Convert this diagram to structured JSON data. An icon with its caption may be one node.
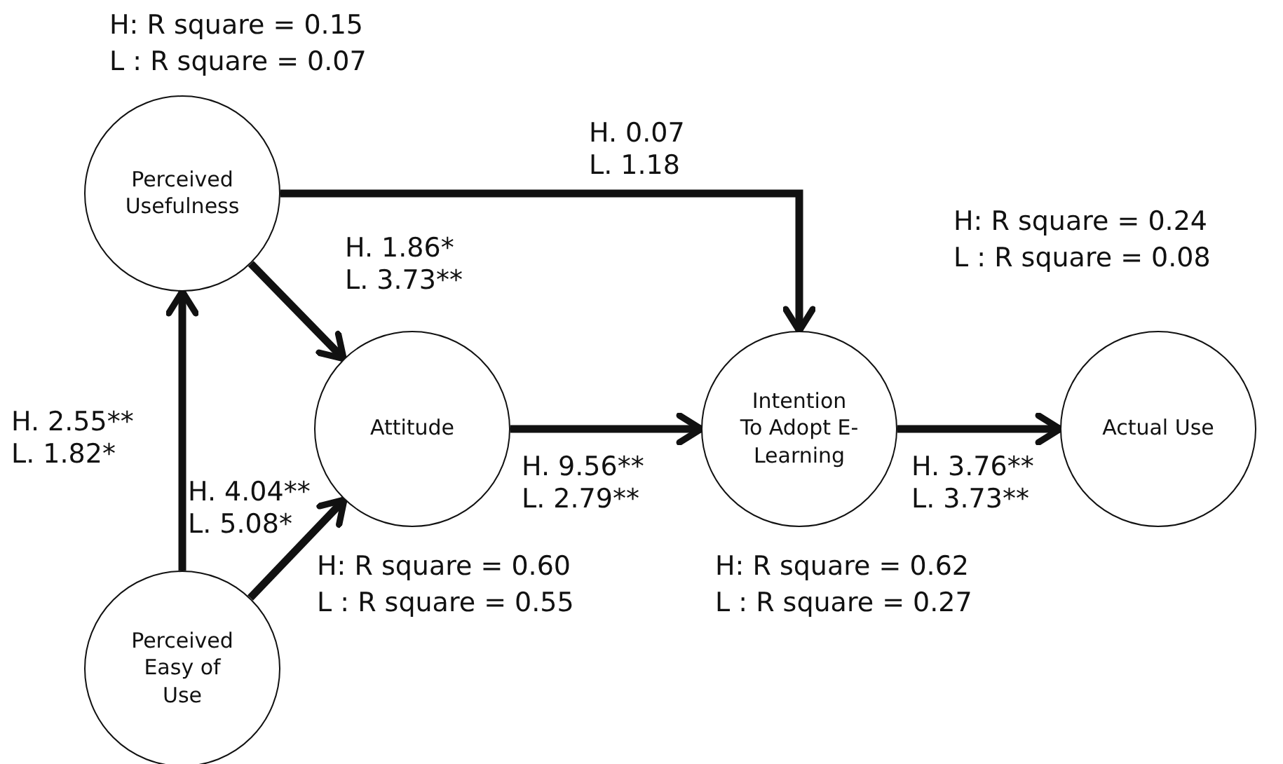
{
  "diagram": {
    "nodes": [
      {
        "text": [
          "Perceived Usefulness"
        ],
        "beside": [
          "H: R square = 0.15",
          "L : R square = 0.07"
        ]
      },
      {
        "text": [
          "Attitude"
        ],
        "beside": [
          "H: R square = 0.60",
          "L : R square = 0.55"
        ]
      },
      {
        "text": [
          "Intention To Adopt E-Learning"
        ],
        "beside": [
          "H: R square = 0.62",
          "L : R square = 0.27"
        ]
      },
      {
        "text": [
          "Actual Use"
        ],
        "beside": [
          "H: R square = 0.24",
          "L : R square = 0.08"
        ]
      },
      {
        "text": [
          "Perceived Easy of Use"
        ]
      }
    ],
    "edges": [
      {
        "from": 4,
        "to": 0,
        "arrow": "to",
        "label": "H. 2.55** L. 1.82*"
      },
      {
        "from": 0,
        "to": 1,
        "arrow": "to",
        "label": "H. 1.86* L. 3.73**"
      },
      {
        "from": 4,
        "to": 1,
        "arrow": "to",
        "label": "H. 4.04** L. 5.08*"
      },
      {
        "from": 0,
        "to": 2,
        "arrow": "to",
        "label": "H. 0.07 L. 1.18"
      },
      {
        "from": 1,
        "to": 2,
        "arrow": "to",
        "label": "H. 9.56** L. 2.79**"
      },
      {
        "from": 2,
        "to": 3,
        "arrow": "to",
        "label": "H. 3.76** L. 3.73**"
      }
    ]
  }
}
